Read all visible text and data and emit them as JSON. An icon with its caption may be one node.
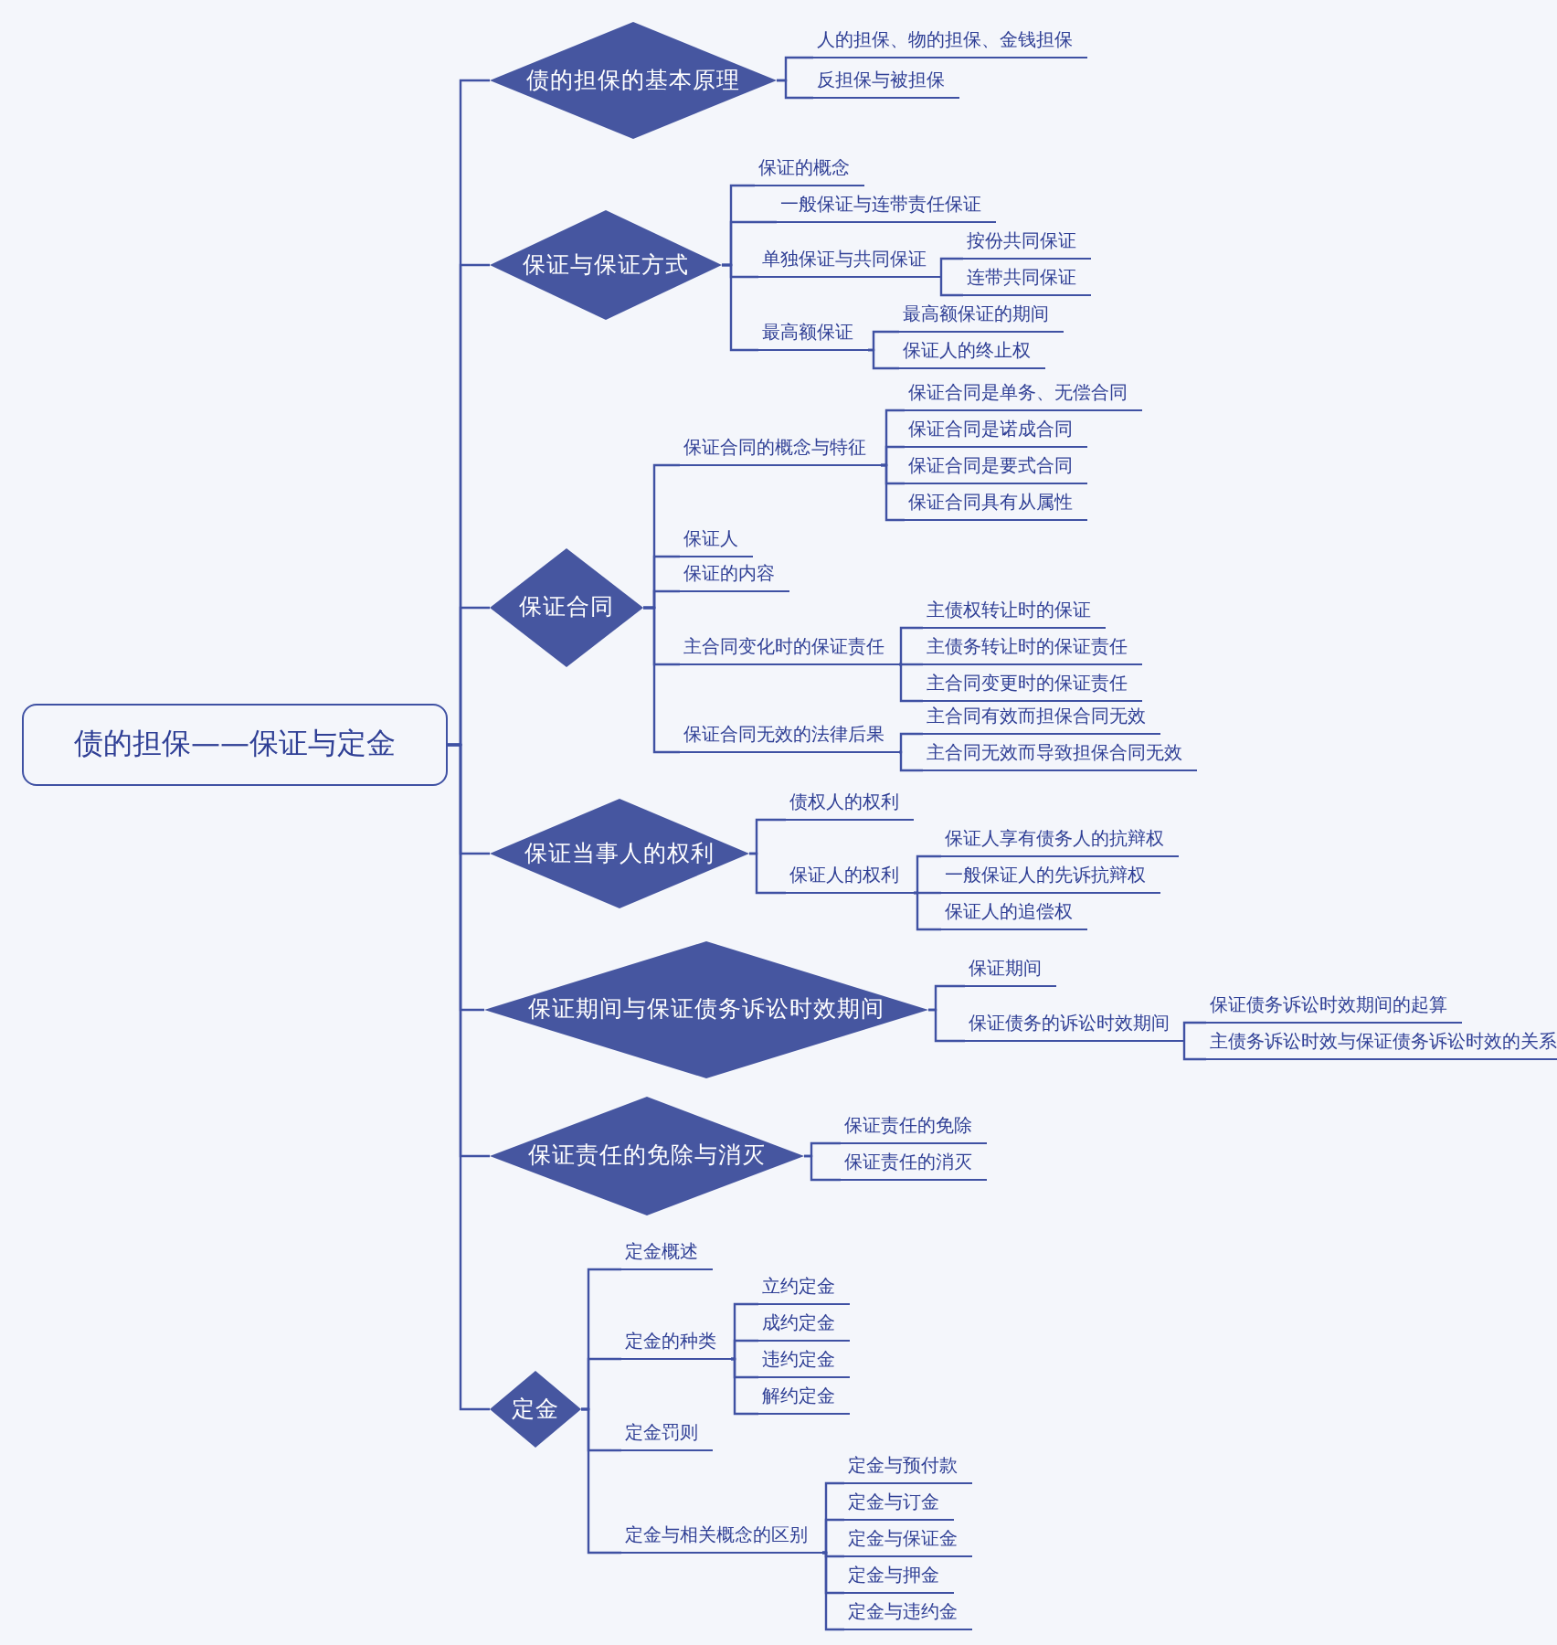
{
  "diagram": {
    "nodes": [
      {
        "text": [
          "债的担保——保证与定金"
        ]
      },
      {
        "text": [
          "债的担保的基本原理"
        ]
      },
      {
        "text": [
          "人的担保、物的担保、金钱担保"
        ]
      },
      {
        "text": [
          "反担保与被担保"
        ]
      },
      {
        "text": [
          "保证与保证方式"
        ]
      },
      {
        "text": [
          "保证的概念"
        ]
      },
      {
        "text": [
          "一般保证与连带责任保证"
        ]
      },
      {
        "text": [
          "单独保证与共同保证"
        ]
      },
      {
        "text": [
          "按份共同保证"
        ]
      },
      {
        "text": [
          "连带共同保证"
        ]
      },
      {
        "text": [
          "最高额保证"
        ]
      },
      {
        "text": [
          "最高额保证的期间"
        ]
      },
      {
        "text": [
          "保证人的终止权"
        ]
      },
      {
        "text": [
          "保证合同"
        ]
      },
      {
        "text": [
          "保证合同的概念与特征"
        ]
      },
      {
        "text": [
          "保证合同是单务、无偿合同"
        ]
      },
      {
        "text": [
          "保证合同是诺成合同"
        ]
      },
      {
        "text": [
          "保证合同是要式合同"
        ]
      },
      {
        "text": [
          "保证合同具有从属性"
        ]
      },
      {
        "text": [
          "保证人"
        ]
      },
      {
        "text": [
          "保证的内容"
        ]
      },
      {
        "text": [
          "主合同变化时的保证责任"
        ]
      },
      {
        "text": [
          "主债权转让时的保证"
        ]
      },
      {
        "text": [
          "主债务转让时的保证责任"
        ]
      },
      {
        "text": [
          "主合同变更时的保证责任"
        ]
      },
      {
        "text": [
          "保证合同无效的法律后果"
        ]
      },
      {
        "text": [
          "主合同有效而担保合同无效"
        ]
      },
      {
        "text": [
          "主合同无效而导致担保合同无效"
        ]
      },
      {
        "text": [
          "保证当事人的权利"
        ]
      },
      {
        "text": [
          "债权人的权利"
        ]
      },
      {
        "text": [
          "保证人的权利"
        ]
      },
      {
        "text": [
          "保证人享有债务人的抗辩权"
        ]
      },
      {
        "text": [
          "一般保证人的先诉抗辩权"
        ]
      },
      {
        "text": [
          "保证人的追偿权"
        ]
      },
      {
        "text": [
          "保证期间与保证债务诉讼时效期间"
        ]
      },
      {
        "text": [
          "保证期间"
        ]
      },
      {
        "text": [
          "保证债务的诉讼时效期间"
        ]
      },
      {
        "text": [
          "保证债务诉讼时效期间的起算"
        ]
      },
      {
        "text": [
          "主债务诉讼时效与保证债务诉讼时效的关系"
        ]
      },
      {
        "text": [
          "保证责任的免除与消灭"
        ]
      },
      {
        "text": [
          "保证责任的免除"
        ]
      },
      {
        "text": [
          "保证责任的消灭"
        ]
      },
      {
        "text": [
          "定金"
        ]
      },
      {
        "text": [
          "定金概述"
        ]
      },
      {
        "text": [
          "定金的种类"
        ]
      },
      {
        "text": [
          "立约定金"
        ]
      },
      {
        "text": [
          "成约定金"
        ]
      },
      {
        "text": [
          "违约定金"
        ]
      },
      {
        "text": [
          "解约定金"
        ]
      },
      {
        "text": [
          "定金罚则"
        ]
      },
      {
        "text": [
          "定金与相关概念的区别"
        ]
      },
      {
        "text": [
          "定金与预付款"
        ]
      },
      {
        "text": [
          "定金与订金"
        ]
      },
      {
        "text": [
          "定金与保证金"
        ]
      },
      {
        "text": [
          "定金与押金"
        ]
      },
      {
        "text": [
          "定金与违约金"
        ]
      }
    ],
    "edges": [
      {
        "from": 0,
        "to": 1,
        "arrow": "none"
      },
      {
        "from": 1,
        "to": 2,
        "arrow": "none"
      },
      {
        "from": 1,
        "to": 3,
        "arrow": "none"
      },
      {
        "from": 0,
        "to": 4,
        "arrow": "none"
      },
      {
        "from": 4,
        "to": 5,
        "arrow": "none"
      },
      {
        "from": 4,
        "to": 6,
        "arrow": "none"
      },
      {
        "from": 4,
        "to": 7,
        "arrow": "none"
      },
      {
        "from": 7,
        "to": 8,
        "arrow": "none"
      },
      {
        "from": 7,
        "to": 9,
        "arrow": "none"
      },
      {
        "from": 4,
        "to": 10,
        "arrow": "none"
      },
      {
        "from": 10,
        "to": 11,
        "arrow": "none"
      },
      {
        "from": 10,
        "to": 12,
        "arrow": "none"
      },
      {
        "from": 0,
        "to": 13,
        "arrow": "none"
      },
      {
        "from": 13,
        "to": 14,
        "arrow": "none"
      },
      {
        "from": 14,
        "to": 15,
        "arrow": "none"
      },
      {
        "from": 14,
        "to": 16,
        "arrow": "none"
      },
      {
        "from": 14,
        "to": 17,
        "arrow": "none"
      },
      {
        "from": 14,
        "to": 18,
        "arrow": "none"
      },
      {
        "from": 13,
        "to": 19,
        "arrow": "none"
      },
      {
        "from": 13,
        "to": 20,
        "arrow": "none"
      },
      {
        "from": 13,
        "to": 21,
        "arrow": "none"
      },
      {
        "from": 21,
        "to": 22,
        "arrow": "none"
      },
      {
        "from": 21,
        "to": 23,
        "arrow": "none"
      },
      {
        "from": 21,
        "to": 24,
        "arrow": "none"
      },
      {
        "from": 13,
        "to": 25,
        "arrow": "none"
      },
      {
        "from": 25,
        "to": 26,
        "arrow": "none"
      },
      {
        "from": 25,
        "to": 27,
        "arrow": "none"
      },
      {
        "from": 0,
        "to": 28,
        "arrow": "none"
      },
      {
        "from": 28,
        "to": 29,
        "arrow": "none"
      },
      {
        "from": 28,
        "to": 30,
        "arrow": "none"
      },
      {
        "from": 30,
        "to": 31,
        "arrow": "none"
      },
      {
        "from": 30,
        "to": 32,
        "arrow": "none"
      },
      {
        "from": 30,
        "to": 33,
        "arrow": "none"
      },
      {
        "from": 0,
        "to": 34,
        "arrow": "none"
      },
      {
        "from": 34,
        "to": 35,
        "arrow": "none"
      },
      {
        "from": 34,
        "to": 36,
        "arrow": "none"
      },
      {
        "from": 36,
        "to": 37,
        "arrow": "none"
      },
      {
        "from": 36,
        "to": 38,
        "arrow": "none"
      },
      {
        "from": 0,
        "to": 39,
        "arrow": "none"
      },
      {
        "from": 39,
        "to": 40,
        "arrow": "none"
      },
      {
        "from": 39,
        "to": 41,
        "arrow": "none"
      },
      {
        "from": 0,
        "to": 42,
        "arrow": "none"
      },
      {
        "from": 42,
        "to": 43,
        "arrow": "none"
      },
      {
        "from": 42,
        "to": 44,
        "arrow": "none"
      },
      {
        "from": 44,
        "to": 45,
        "arrow": "none"
      },
      {
        "from": 44,
        "to": 46,
        "arrow": "none"
      },
      {
        "from": 44,
        "to": 47,
        "arrow": "none"
      },
      {
        "from": 44,
        "to": 48,
        "arrow": "none"
      },
      {
        "from": 42,
        "to": 49,
        "arrow": "none"
      },
      {
        "from": 42,
        "to": 50,
        "arrow": "none"
      },
      {
        "from": 50,
        "to": 51,
        "arrow": "none"
      },
      {
        "from": 50,
        "to": 52,
        "arrow": "none"
      },
      {
        "from": 50,
        "to": 53,
        "arrow": "none"
      },
      {
        "from": 50,
        "to": 54,
        "arrow": "none"
      },
      {
        "from": 50,
        "to": 55,
        "arrow": "none"
      }
    ]
  }
}
